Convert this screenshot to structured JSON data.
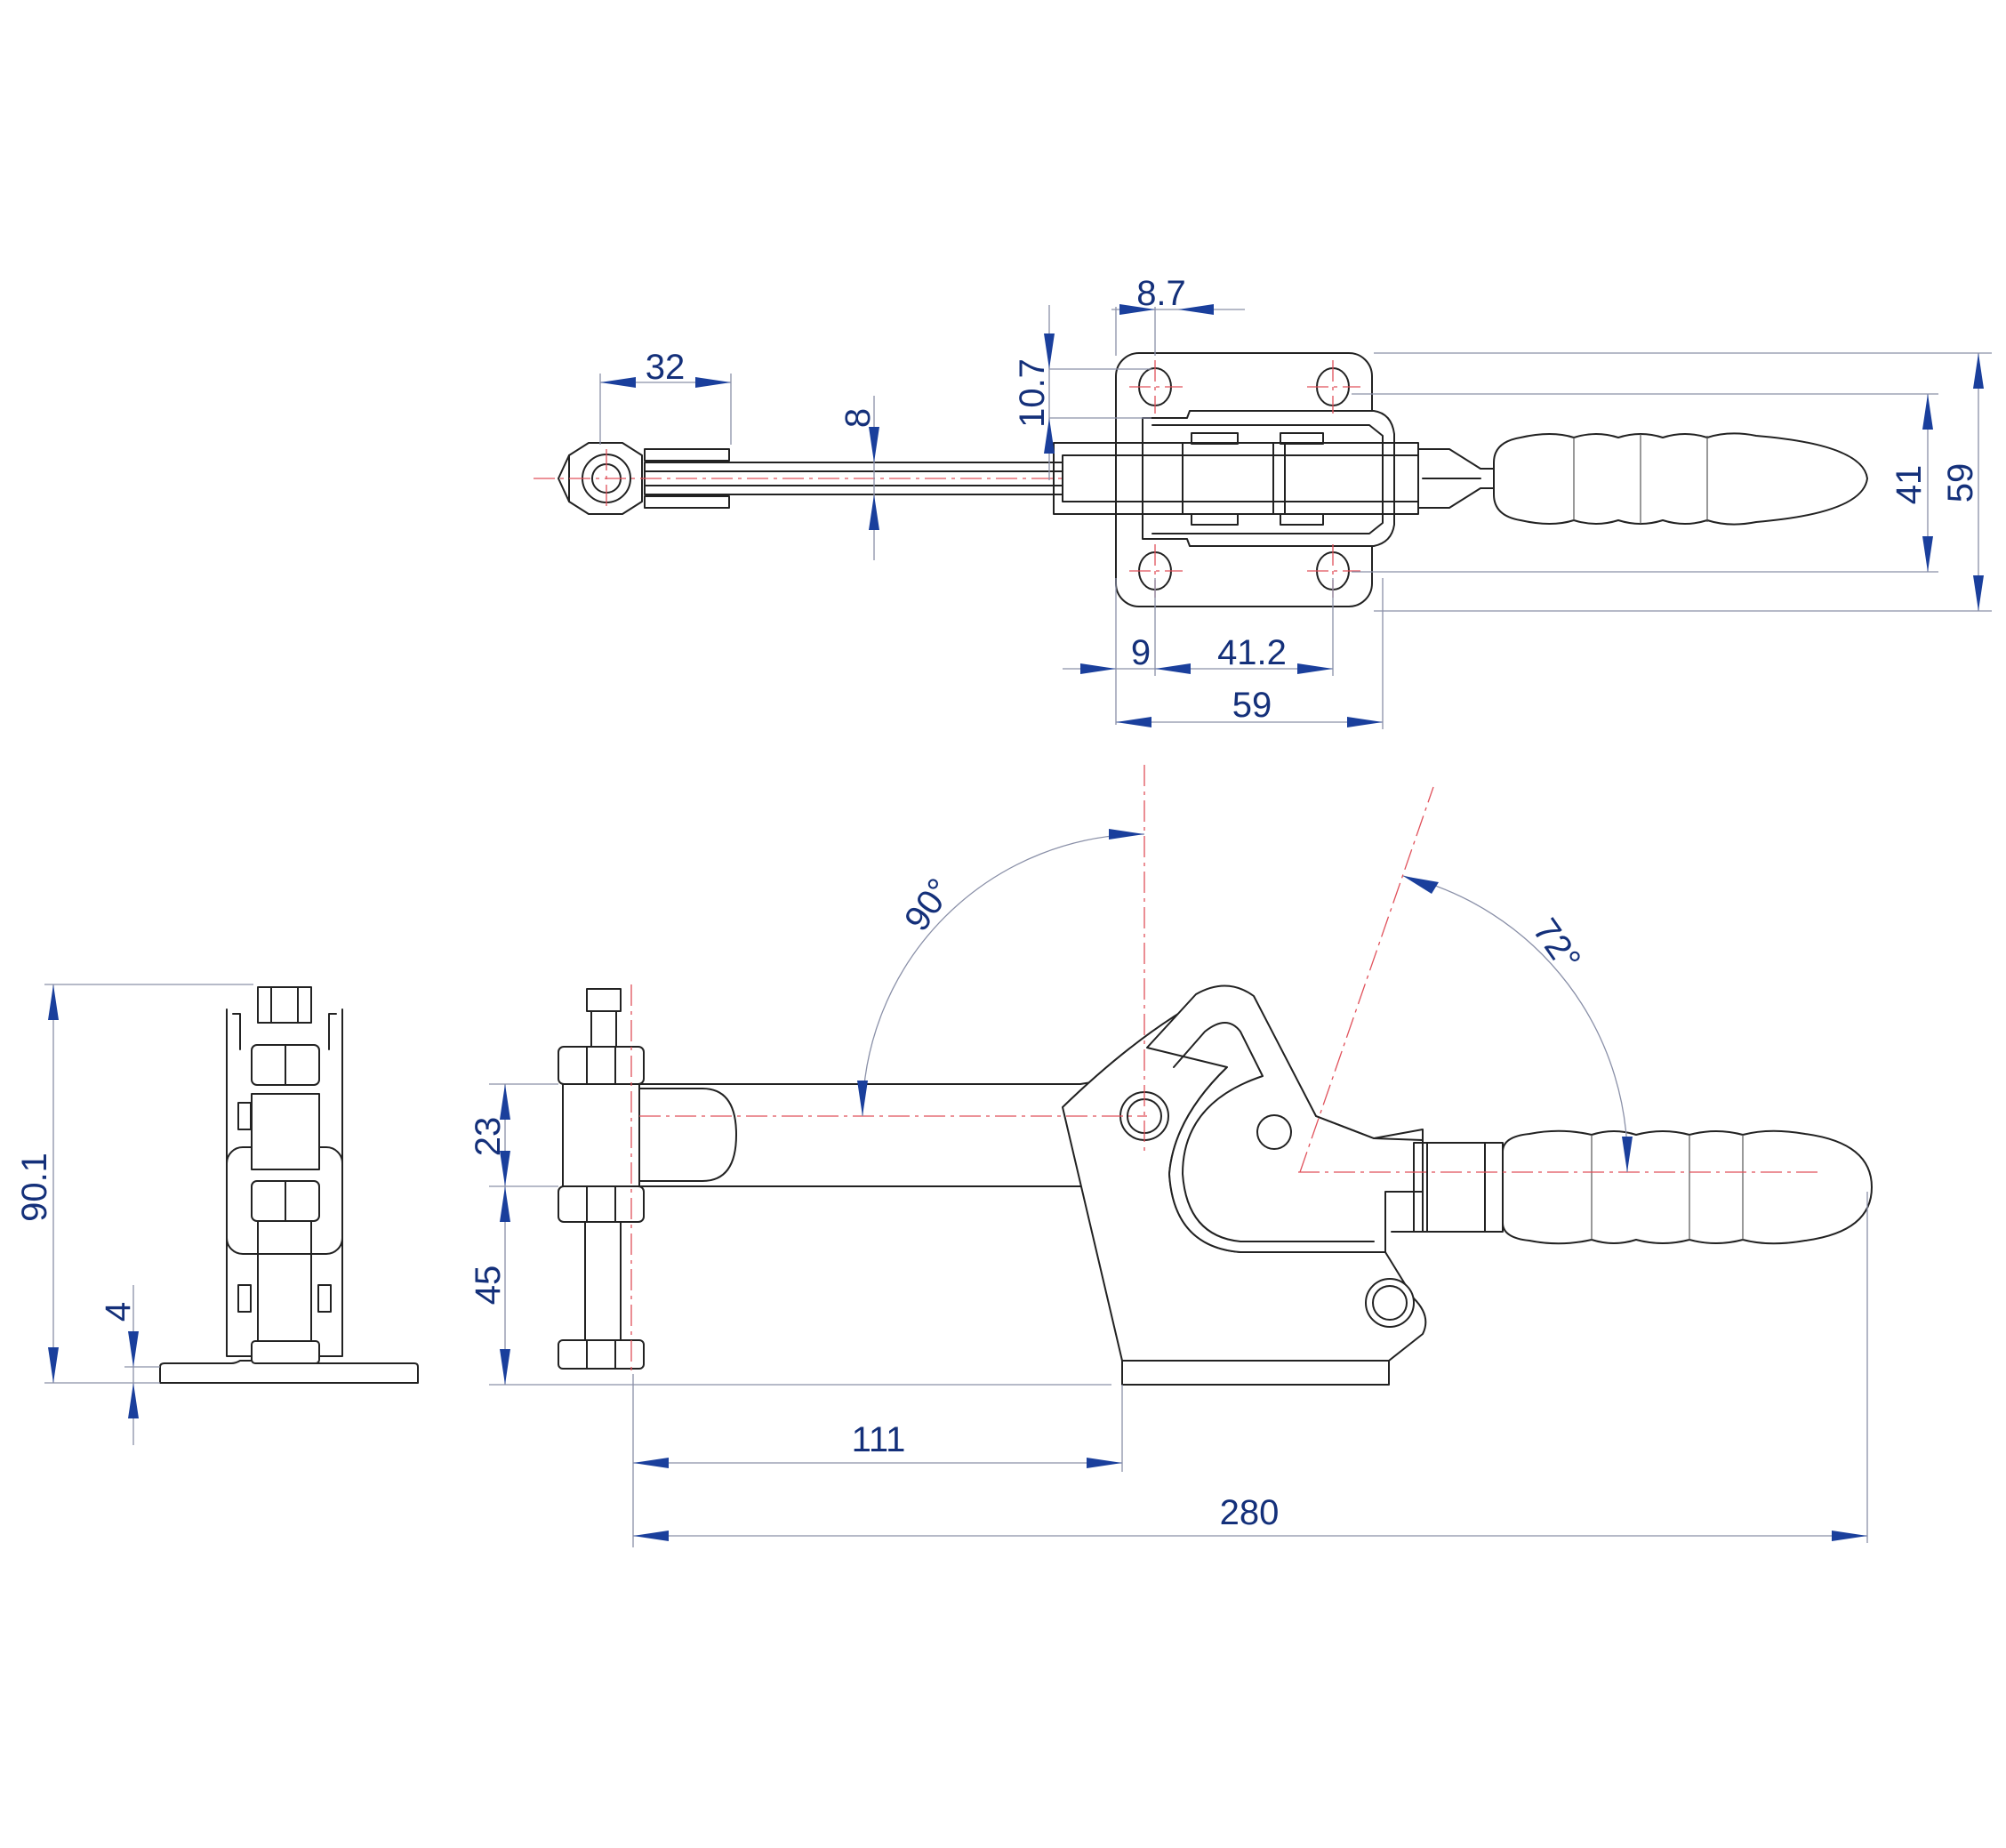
{
  "colors": {
    "outline": "#222222",
    "center_line": "#e0505a",
    "dimension_line": "#8a90a8",
    "dimension_text": "#14307a",
    "arrow": "#1a3f9c"
  },
  "top_view": {
    "dims": {
      "d32": "32",
      "d8": "8",
      "d10_7": "10.7",
      "d8_7": "8.7",
      "d41": "41",
      "d59_right": "59",
      "d9": "9",
      "d41_2": "41.2",
      "d59_bottom": "59"
    }
  },
  "side_view": {
    "dims": {
      "d90_1": "90.1",
      "d4": "4"
    }
  },
  "front_view": {
    "dims": {
      "d23": "23",
      "d45": "45",
      "d111": "111",
      "d280": "280",
      "angle90": "90°",
      "angle72": "72°"
    }
  }
}
